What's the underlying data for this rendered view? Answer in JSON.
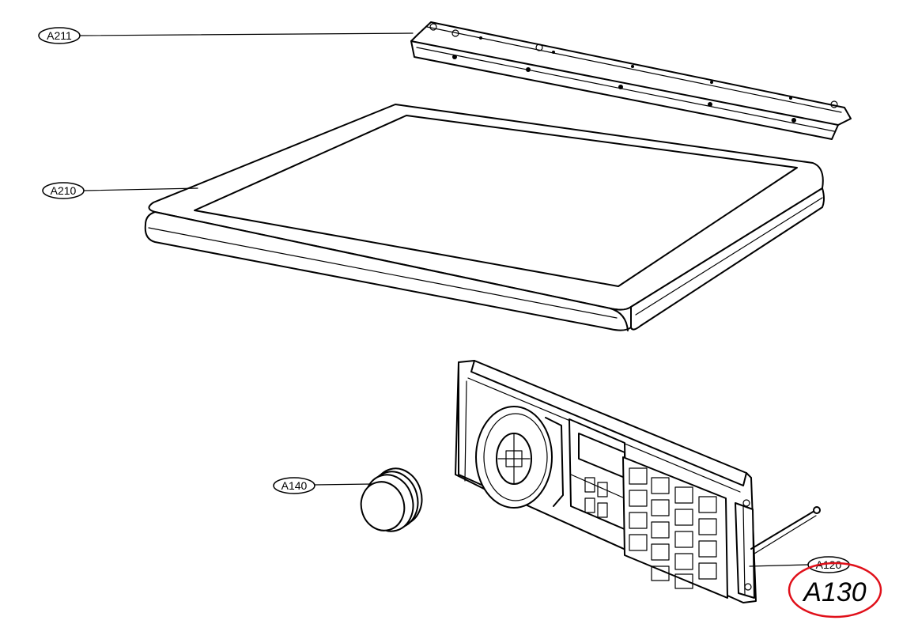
{
  "labels": {
    "a211": "A211",
    "a210": "A210",
    "a140": "A140",
    "a120": "A120"
  },
  "annotation": {
    "text": "A130",
    "circle_color": "#e0101a"
  },
  "colors": {
    "line": "#000000",
    "background": "#ffffff"
  }
}
